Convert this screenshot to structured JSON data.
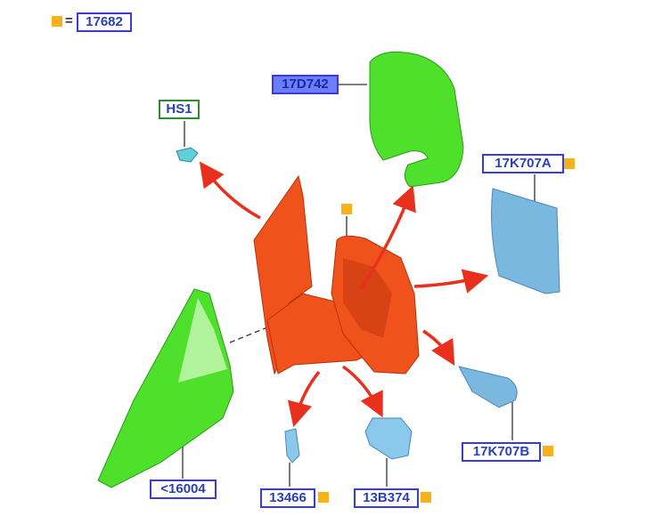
{
  "legend": {
    "equals": "=",
    "part": "17682"
  },
  "labels": {
    "cover": "17D742",
    "screw": "HS1",
    "glass_main": "17K707A",
    "glass_spot": "17K707B",
    "wire": "<16004",
    "bulb": "13466",
    "lamp": "13B374"
  },
  "colors": {
    "assembly": "#f0521c",
    "green_part": "#4fe02c",
    "blue_part": "#7ab8e0",
    "marker": "#f6b21a",
    "label_border": "#3a3ad6"
  }
}
